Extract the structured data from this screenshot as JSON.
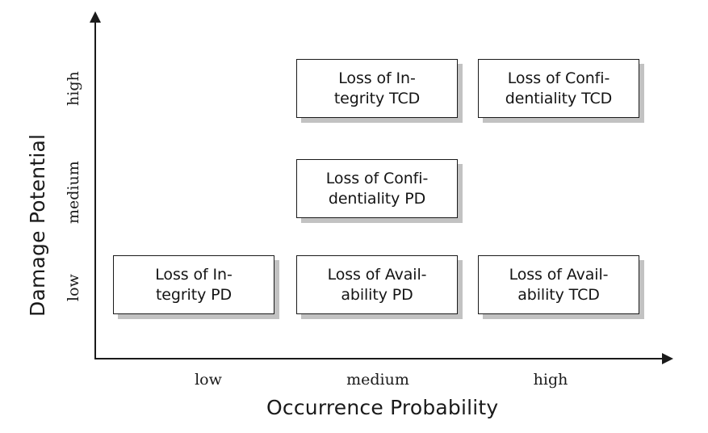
{
  "chart_data": {
    "type": "table",
    "title": "",
    "xlabel": "Occurrence Probability",
    "ylabel": "Damage Potential",
    "x_categories": [
      "low",
      "medium",
      "high"
    ],
    "y_categories": [
      "low",
      "medium",
      "high"
    ],
    "grid": false,
    "legend": "none",
    "cells": [
      {
        "id": "loss-of-integrity-pd",
        "x": "low",
        "y": "low",
        "lines": [
          "Loss of In-",
          "tegrity PD"
        ],
        "text": "Loss of Integrity PD"
      },
      {
        "id": "loss-of-availability-pd",
        "x": "medium",
        "y": "low",
        "lines": [
          "Loss of Avail-",
          "ability PD"
        ],
        "text": "Loss of Availability PD"
      },
      {
        "id": "loss-of-availability-tcd",
        "x": "high",
        "y": "low",
        "lines": [
          "Loss of Avail-",
          "ability TCD"
        ],
        "text": "Loss of Availability TCD"
      },
      {
        "id": "loss-of-confidentiality-pd",
        "x": "medium",
        "y": "medium",
        "lines": [
          "Loss of Confi-",
          "dentiality PD"
        ],
        "text": "Loss of Confidentiality PD"
      },
      {
        "id": "loss-of-integrity-tcd",
        "x": "medium",
        "y": "high",
        "lines": [
          "Loss of In-",
          "tegrity TCD"
        ],
        "text": "Loss of Integrity TCD"
      },
      {
        "id": "loss-of-confidentiality-tcd",
        "x": "high",
        "y": "high",
        "lines": [
          "Loss of Confi-",
          "dentiality TCD"
        ],
        "text": "Loss of Confidentiality TCD"
      }
    ],
    "empty_cells": [
      {
        "x": "low",
        "y": "medium"
      },
      {
        "x": "high",
        "y": "medium"
      },
      {
        "x": "low",
        "y": "high"
      }
    ],
    "colors": {
      "axis": "#1a1a1a",
      "box_border": "#1a1a1a",
      "box_fill": "#ffffff",
      "box_shadow": "#c2c2c2",
      "text": "#141414",
      "background": "#ffffff"
    }
  },
  "axes": {
    "y": {
      "title": "Damage Potential",
      "ticks": {
        "high": "high",
        "medium": "medium",
        "low": "low"
      }
    },
    "x": {
      "title": "Occurrence Probability",
      "ticks": {
        "low": "low",
        "medium": "medium",
        "high": "high"
      }
    }
  },
  "boxes": {
    "integrity_tcd": {
      "line1": "Loss of In-",
      "line2": "tegrity TCD"
    },
    "confidentiality_tcd": {
      "line1": "Loss of Confi-",
      "line2": "dentiality TCD"
    },
    "confidentiality_pd": {
      "line1": "Loss of Confi-",
      "line2": "dentiality PD"
    },
    "integrity_pd": {
      "line1": "Loss of In-",
      "line2": "tegrity PD"
    },
    "availability_pd": {
      "line1": "Loss of Avail-",
      "line2": "ability PD"
    },
    "availability_tcd": {
      "line1": "Loss of Avail-",
      "line2": "ability TCD"
    }
  }
}
